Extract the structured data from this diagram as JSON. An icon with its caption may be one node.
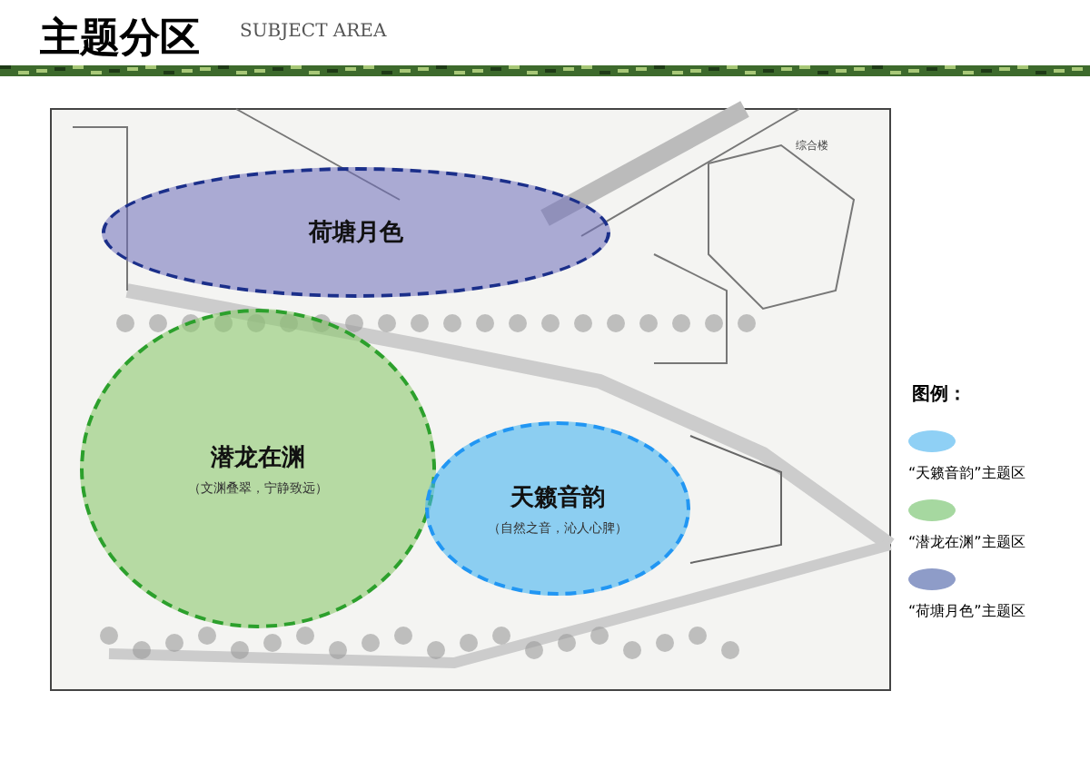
{
  "diagram": {
    "title": "主题分区",
    "nodes": [
      {
        "text": [
          "荷塘月色"
        ]
      },
      {
        "text": [
          "潜龙在渊",
          "（文渊叠翠，宁静致远）"
        ]
      },
      {
        "text": [
          "天籁音韵",
          "（自然之音，沁人心脾）"
        ]
      }
    ],
    "labels": [
      "SUBJECT AREA",
      "综合楼",
      "图例："
    ],
    "legend": [
      {
        "text": "“天籁音韵”主题区",
        "color": "#8fd0f5"
      },
      {
        "text": "“潜龙在渊”主题区",
        "color": "#a6d8a0"
      },
      {
        "text": "“荷塘月色”主题区",
        "color": "#8e9cc8"
      }
    ]
  }
}
